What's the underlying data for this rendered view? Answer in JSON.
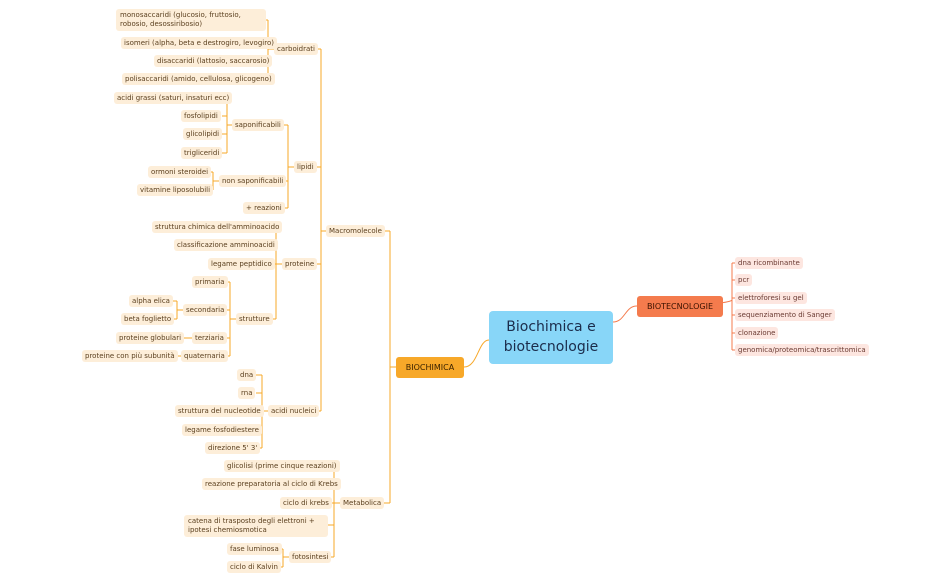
{
  "colors": {
    "left_branch": "#f7a829",
    "right_branch": "#f47b4d",
    "root_fill": "#88d6f8",
    "left_leaf_fill": "#fdeed9",
    "right_leaf_fill": "#fde6e0"
  },
  "mindmap": {
    "root": "Biochimica e biotecnologie",
    "biochimica": {
      "label": "BIOCHIMICA",
      "macromolecole": {
        "label": "Macromolecole",
        "carboidrati": {
          "label": "carboidrati",
          "items": [
            "monosaccaridi (glucosio, fruttosio, robosio, desossiribosio)",
            "isomeri (alpha, beta e destrogiro, levogiro)",
            "disaccaridi (lattosio, saccarosio)",
            "polisaccaridi (amido, cellulosa, glicogeno)"
          ]
        },
        "lipidi": {
          "label": "lipidi",
          "saponificabili": {
            "label": "saponificabili",
            "items": [
              "acidi grassi (saturi, insaturi ecc)",
              "fosfolipidi",
              "glicolipidi",
              "trigliceridi"
            ]
          },
          "non_saponificabili": {
            "label": "non saponificabili",
            "items": [
              "ormoni steroidei",
              "vitamine liposolubili"
            ]
          },
          "reazioni": "+ reazioni"
        },
        "proteine": {
          "label": "proteine",
          "items": [
            "struttura chimica dell'amminoacido",
            "classificazione amminoacidi",
            "legame peptidico"
          ],
          "strutture": {
            "label": "strutture",
            "primaria": "primaria",
            "secondaria": {
              "label": "secondaria",
              "items": [
                "alpha elica",
                "beta foglietto"
              ]
            },
            "terziaria": {
              "label": "terziaria",
              "items": [
                "proteine globulari"
              ]
            },
            "quaternaria": {
              "label": "quaternaria",
              "items": [
                "proteine con più subunità"
              ]
            }
          }
        },
        "acidi_nucleici": {
          "label": "acidi nucleici",
          "items": [
            "dna",
            "rna",
            "struttura del nucleotide",
            "legame fosfodiestere",
            "direzione 5' 3'"
          ]
        }
      },
      "metabolica": {
        "label": "Metabolica",
        "items": [
          "glicolisi (prime cinque reazioni)",
          "reazione preparatoria al ciclo di Krebs",
          "ciclo di krebs",
          "catena di trasposto degli elettroni + ipotesi chemiosmotica"
        ],
        "fotosintesi": {
          "label": "fotosintesi",
          "items": [
            "fase luminosa",
            "ciclo di Kalvin"
          ]
        }
      }
    },
    "biotecnologie": {
      "label": "BIOTECNOLOGIE",
      "items": [
        "dna ricombinante",
        "pcr",
        "elettroforesi su gel",
        "sequenziamento di Sanger",
        "clonazione",
        "genomica/proteomica/trascrittomica"
      ]
    }
  }
}
